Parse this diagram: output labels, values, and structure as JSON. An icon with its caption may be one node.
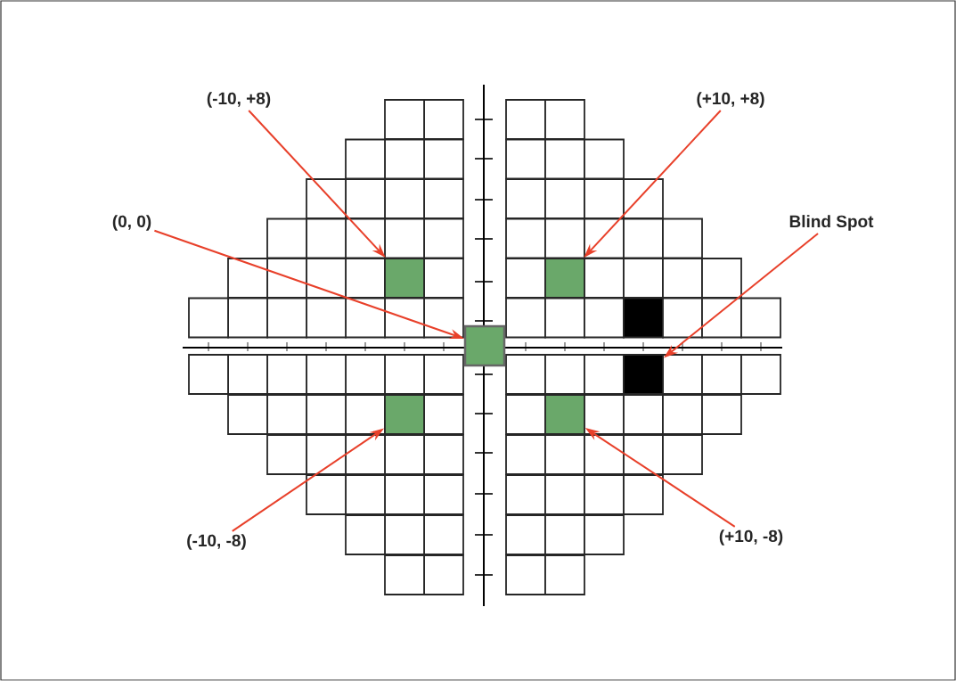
{
  "diagram": {
    "nodes": [
      {
        "text": [
          "(-10, +8)"
        ]
      },
      {
        "text": [
          "(+10, +8)"
        ]
      },
      {
        "text": [
          "(0, 0)"
        ]
      },
      {
        "text": [
          "Blind Spot"
        ]
      },
      {
        "text": [
          "(-10, -8)"
        ]
      },
      {
        "text": [
          "(+10, -8)"
        ]
      },
      {
        "text": [],
        "shape": "box"
      },
      {
        "text": [],
        "shape": "box"
      },
      {
        "text": [],
        "shape": "box"
      },
      {
        "text": [],
        "shape": "box"
      },
      {
        "text": [],
        "shape": "box"
      },
      {
        "text": [],
        "shape": "box"
      }
    ],
    "edges": [
      {
        "from": 0,
        "to": 6,
        "arrow": "to"
      },
      {
        "from": 1,
        "to": 7,
        "arrow": "to"
      },
      {
        "from": 2,
        "to": 8,
        "arrow": "to"
      },
      {
        "from": 3,
        "to": 9,
        "arrow": "to"
      },
      {
        "from": 4,
        "to": 10,
        "arrow": "to"
      },
      {
        "from": 5,
        "to": 11,
        "arrow": "to"
      }
    ]
  }
}
